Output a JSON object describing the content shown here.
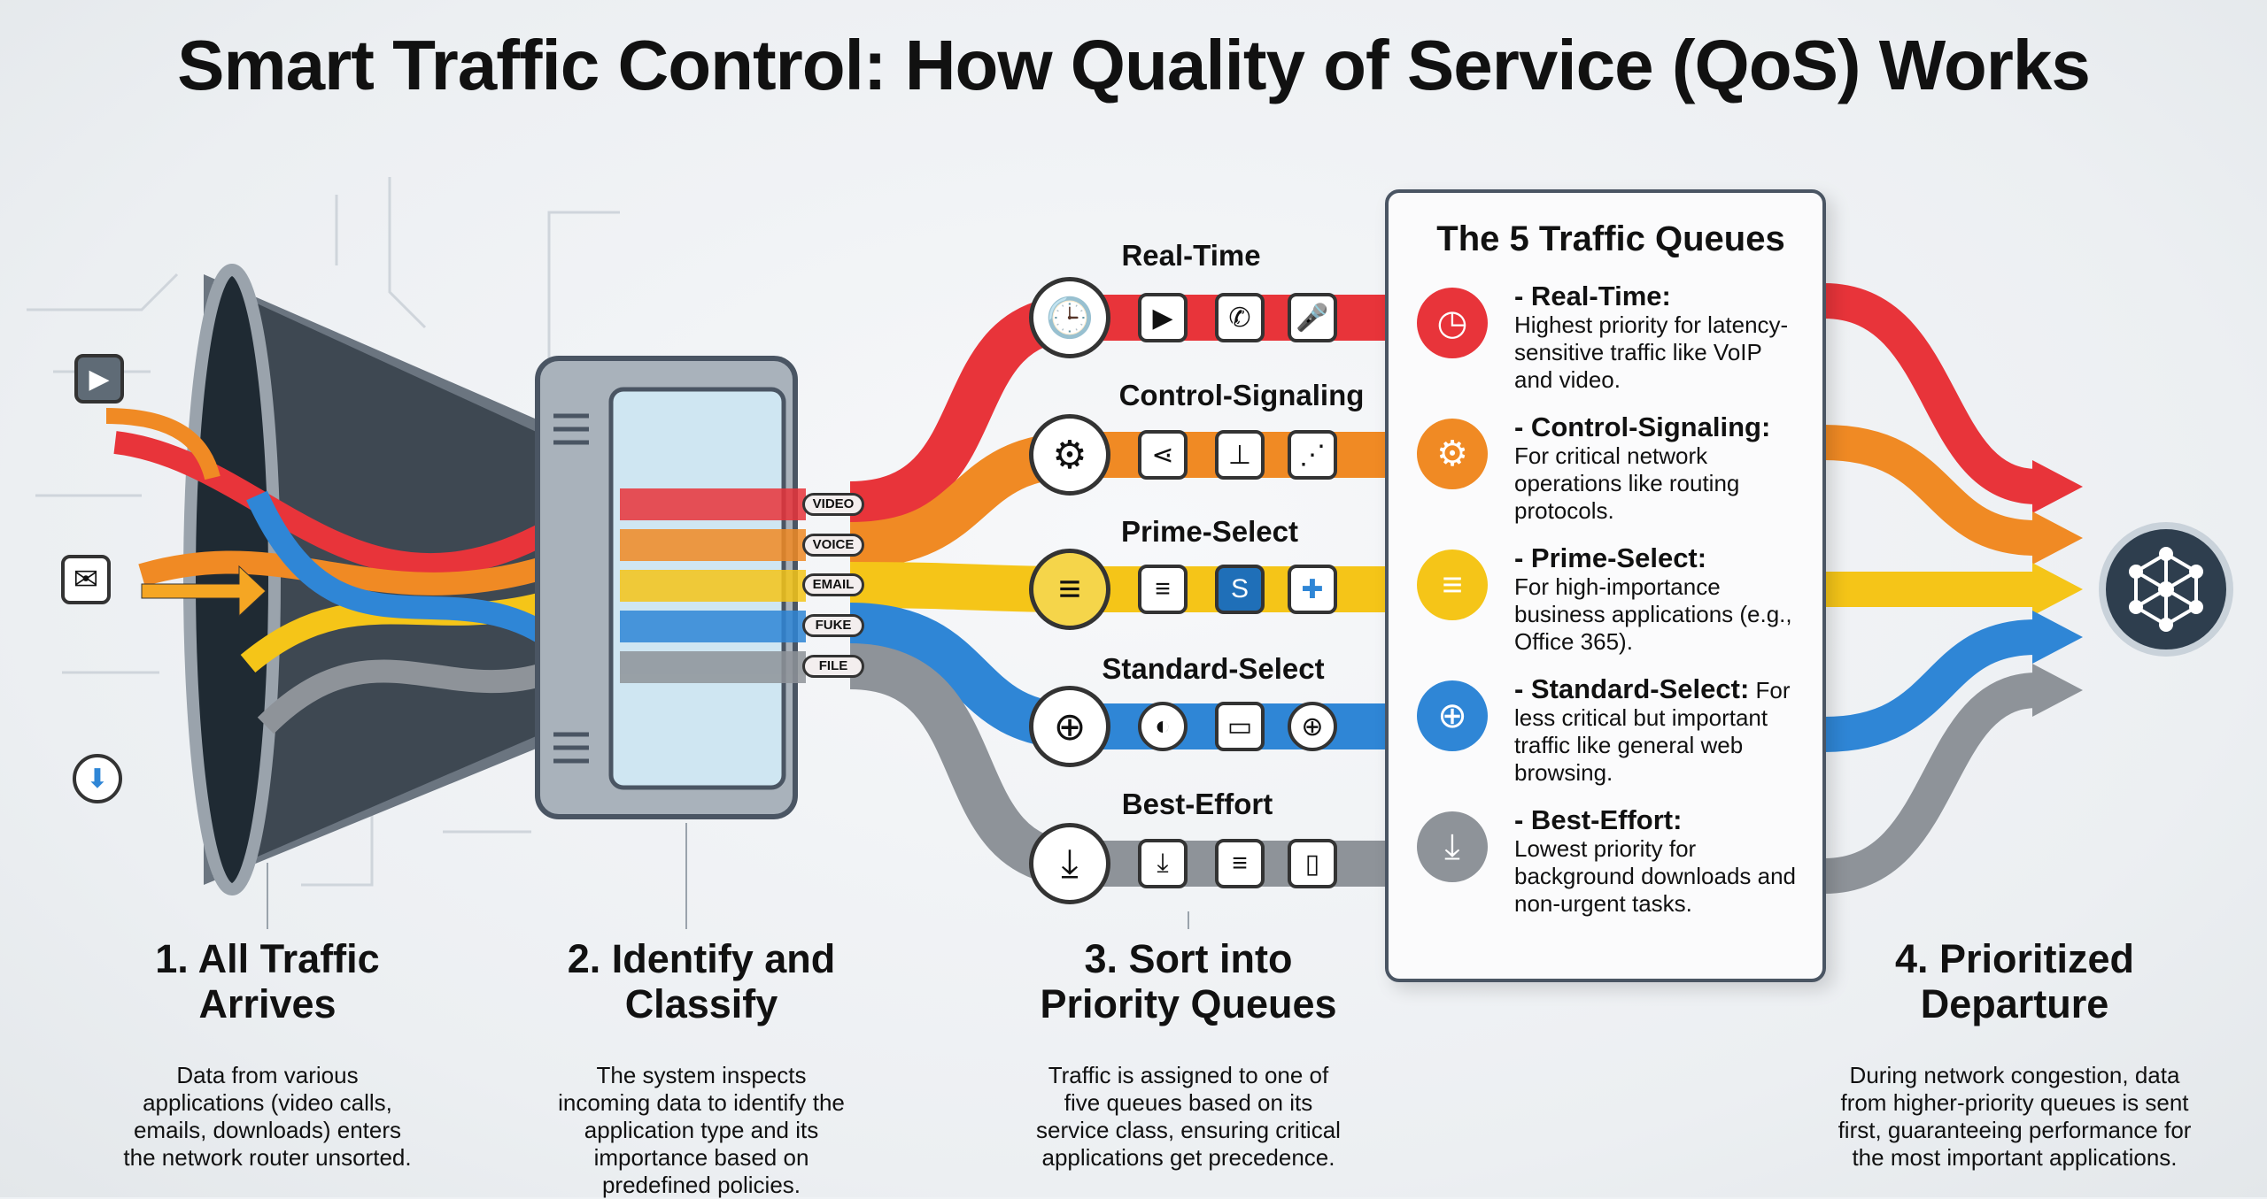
{
  "title": "Smart Traffic Control: How Quality of Service (QoS) Works",
  "colors": {
    "real_time": "#e8343a",
    "control_signaling": "#f08a24",
    "prime_select": "#f5c518",
    "standard_select": "#2f86d6",
    "best_effort": "#8e9399"
  },
  "classifier_tags": [
    "VIDEO",
    "VOICE",
    "EMAIL",
    "FUKE",
    "FILE"
  ],
  "streams": [
    {
      "label": "Real-Time",
      "icons": [
        "clock-icon",
        "video-camera-icon",
        "phone-icon",
        "microphone-icon"
      ]
    },
    {
      "label": "Control-Signaling",
      "icons": [
        "gear-icon",
        "share-nodes-icon",
        "hierarchy-icon",
        "network-nodes-icon"
      ]
    },
    {
      "label": "Prime-Select",
      "icons": [
        "document-icon",
        "document-icon",
        "sharepoint-icon",
        "office-app-icon"
      ]
    },
    {
      "label": "Standard-Select",
      "icons": [
        "browser-globe-icon",
        "firefox-icon",
        "browser-window-icon",
        "globe-icon"
      ]
    },
    {
      "label": "Best-Effort",
      "icons": [
        "download-icon",
        "file-download-icon",
        "document-icon",
        "file-icon"
      ]
    }
  ],
  "panel": {
    "title": "The 5 Traffic Queues",
    "queues": [
      {
        "name": "- Real-Time:",
        "desc": "Highest priority for latency-sensitive traffic like VoIP and video.",
        "icon": "clock-icon"
      },
      {
        "name": "- Control-Signaling:",
        "desc": "For critical network operations like routing protocols.",
        "icon": "gear-icon"
      },
      {
        "name": "- Prime-Select:",
        "desc": "For high-importance business applications (e.g., Office 365).",
        "icon": "document-icon"
      },
      {
        "name": "- Standard-Select:",
        "desc": "For less critical but important traffic like general web browsing.",
        "icon": "browser-globe-icon"
      },
      {
        "name": "- Best-Effort:",
        "desc": "Lowest priority for background downloads and non-urgent tasks.",
        "icon": "download-icon"
      }
    ]
  },
  "steps": [
    {
      "heading": "1. All Traffic Arrives",
      "body": "Data from various applications (video calls, emails, downloads) enters the network router unsorted."
    },
    {
      "heading": "2. Identify and Classify",
      "body": "The system inspects incoming data to identify the application type and its importance based on predefined policies."
    },
    {
      "heading": "3. Sort into Priority Queues",
      "body": "Traffic is assigned to one of five queues based on its service class, ensuring critical applications get precedence."
    },
    {
      "heading": "4. Prioritized Departure",
      "body": "During network congestion, data from higher-priority queues is sent first, guaranteeing performance for the most important applications."
    }
  ]
}
